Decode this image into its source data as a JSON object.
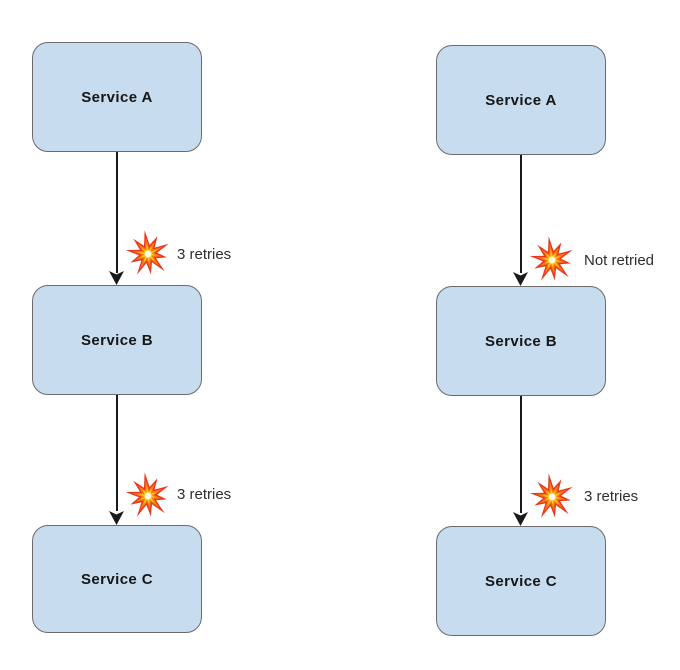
{
  "diagram": {
    "title": "service-retry-flow-comparison",
    "background": "#ffffff",
    "colors": {
      "node_fill": "#c8dcef",
      "node_border": "#6b6b6b",
      "node_text": "#161616",
      "arrow": "#1a1a1a",
      "edge_label_text": "#2e2e2e",
      "burst_outer": "#e8371d",
      "burst_mid": "#f97a10",
      "burst_inner": "#ffc722",
      "burst_core": "#fffce8"
    },
    "columns": [
      {
        "name": "left-flow",
        "nodes": [
          {
            "label": "Service A"
          },
          {
            "label": "Service B"
          },
          {
            "label": "Service C"
          }
        ],
        "edges": [
          {
            "from": "Service A",
            "to": "Service B",
            "icon": "explosion-burst",
            "label": "3 retries"
          },
          {
            "from": "Service B",
            "to": "Service C",
            "icon": "explosion-burst",
            "label": "3 retries"
          }
        ]
      },
      {
        "name": "right-flow",
        "nodes": [
          {
            "label": "Service A"
          },
          {
            "label": "Service B"
          },
          {
            "label": "Service C"
          }
        ],
        "edges": [
          {
            "from": "Service A",
            "to": "Service B",
            "icon": "explosion-burst",
            "label": "Not retried"
          },
          {
            "from": "Service B",
            "to": "Service C",
            "icon": "explosion-burst",
            "label": "3 retries"
          }
        ]
      }
    ]
  }
}
